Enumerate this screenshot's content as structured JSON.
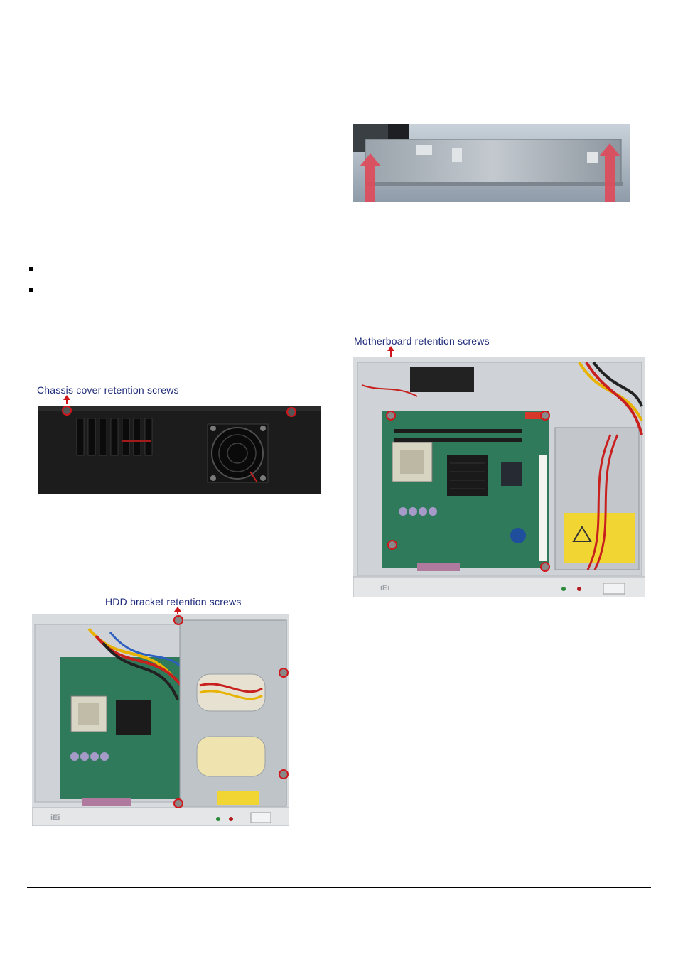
{
  "captions": {
    "chassis_cover": "Chassis cover retention screws",
    "hdd_bracket": "HDD bracket retention screws",
    "motherboard": "Motherboard retention screws"
  },
  "front_panel": {
    "logo_left": "iEi",
    "logo_right": "iEi"
  },
  "colors": {
    "caption": "#1d2a7a",
    "screw_marker": "#d0161b",
    "chassis_black": "#1c1c1c",
    "chassis_silver": "#d9dcdf",
    "pcb_green": "#2f7a5a"
  }
}
